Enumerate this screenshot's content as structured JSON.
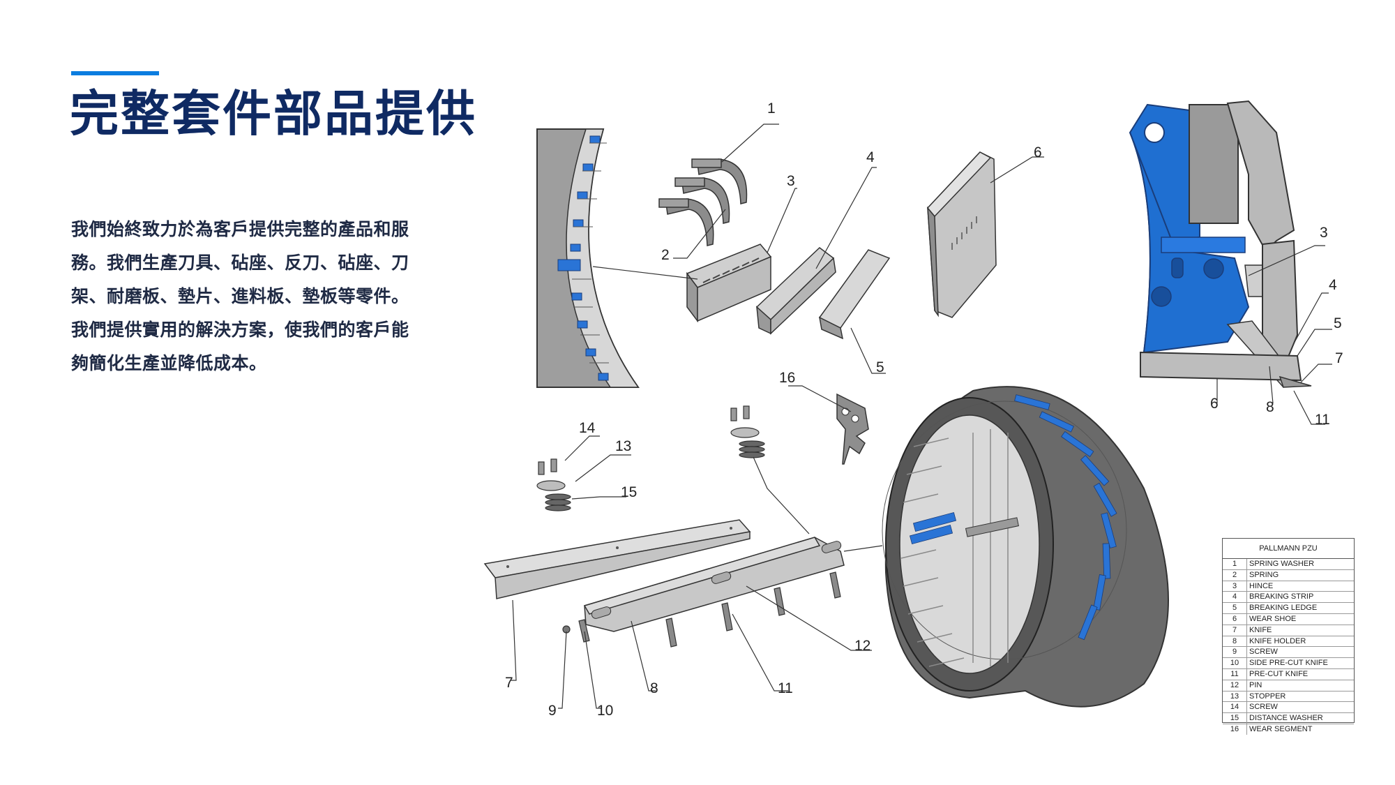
{
  "header": {
    "title": "完整套件部品提供"
  },
  "intro": {
    "lines": [
      "我們始終致力於為客戶提供完整的產品和服",
      "務。我們生產刀具、砧座、反刀、砧座、刀",
      "架、耐磨板、墊片、進料板、墊板等零件。",
      "我們提供實用的解決方案，使我們的客戶能",
      "夠簡化生產並降低成本。"
    ]
  },
  "colors": {
    "accent": "#0b7de0",
    "title": "#0f2a63",
    "text": "#1f2a44",
    "machine_blue": "#1f6fd1",
    "part_gray": "#b8b8b8"
  },
  "callouts": {
    "top": [
      "1",
      "2",
      "3",
      "4",
      "5",
      "6"
    ],
    "right": [
      "3",
      "4",
      "5",
      "7",
      "6",
      "8",
      "11"
    ],
    "bottom": [
      "16",
      "14",
      "13",
      "15",
      "7",
      "9",
      "10",
      "8",
      "11",
      "12"
    ]
  },
  "parts_table": {
    "title": "PALLMANN PZU",
    "rows": [
      {
        "num": "1",
        "name": "SPRING WASHER"
      },
      {
        "num": "2",
        "name": "SPRING"
      },
      {
        "num": "3",
        "name": "HINCE"
      },
      {
        "num": "4",
        "name": "BREAKING STRIP"
      },
      {
        "num": "5",
        "name": "BREAKING LEDGE"
      },
      {
        "num": "6",
        "name": "WEAR SHOE"
      },
      {
        "num": "7",
        "name": "KNIFE"
      },
      {
        "num": "8",
        "name": "KNIFE HOLDER"
      },
      {
        "num": "9",
        "name": "SCREW"
      },
      {
        "num": "10",
        "name": "SIDE PRE-CUT KNIFE"
      },
      {
        "num": "11",
        "name": "PRE-CUT KNIFE"
      },
      {
        "num": "12",
        "name": "PIN"
      },
      {
        "num": "13",
        "name": "STOPPER"
      },
      {
        "num": "14",
        "name": "SCREW"
      },
      {
        "num": "15",
        "name": "DISTANCE WASHER"
      },
      {
        "num": "16",
        "name": "WEAR SEGMENT"
      }
    ]
  }
}
